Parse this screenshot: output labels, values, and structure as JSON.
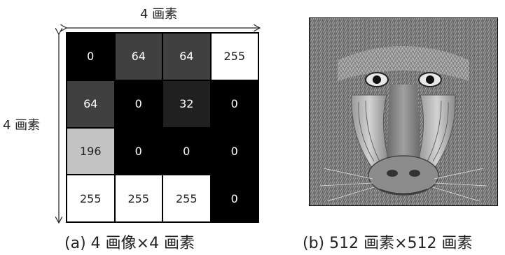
{
  "pixel_grid": {
    "top_label": "4 画素",
    "side_label": "4 画素",
    "rows": [
      [
        0,
        64,
        64,
        255
      ],
      [
        64,
        0,
        32,
        0
      ],
      [
        196,
        0,
        0,
        0
      ],
      [
        255,
        255,
        255,
        0
      ]
    ]
  },
  "captions": {
    "a": "(a) 4 画像×4 画素",
    "b": "(b) 512 画素×512 画素"
  },
  "photo": {
    "subject": "mandrill (baboon) face, grayscale",
    "icon": "mandrill-photo"
  }
}
